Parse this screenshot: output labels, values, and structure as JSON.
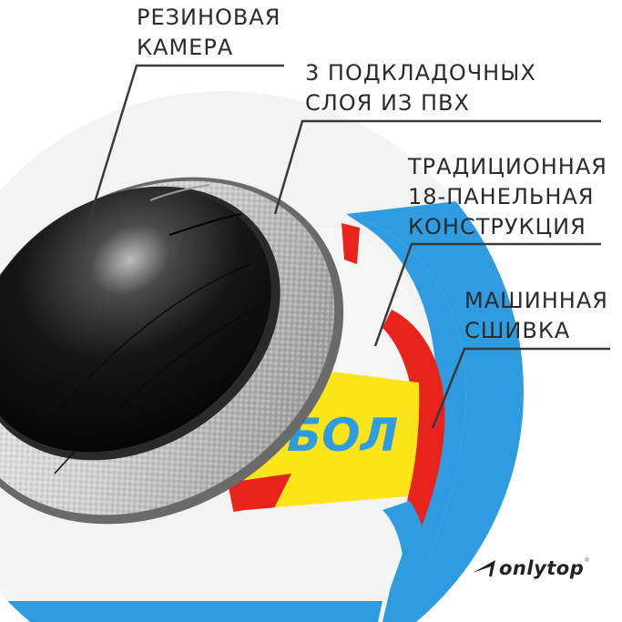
{
  "callouts": [
    {
      "id": "rubber-bladder",
      "lines": [
        "РЕЗИНОВАЯ",
        "КАМЕРА"
      ]
    },
    {
      "id": "pvc-layers",
      "lines": [
        "3 ПОДКЛАДОЧНЫХ",
        "СЛОЯ ИЗ ПВХ"
      ]
    },
    {
      "id": "panel-construction",
      "lines": [
        "ТРАДИЦИОННАЯ",
        "18-ПАНЕЛЬНАЯ",
        "КОНСТРУКЦИЯ"
      ]
    },
    {
      "id": "machine-stitching",
      "lines": [
        "МАШИННАЯ",
        "СШИВКА"
      ]
    }
  ],
  "ball": {
    "print_text": "БОЛ",
    "colors": {
      "bladder": "#111111",
      "lining": "#d9d9d9",
      "panel_white": "#f4f4f4",
      "blue": "#2f9be0",
      "yellow": "#fbe418",
      "red": "#e8231b"
    }
  },
  "brand": {
    "name": "onlytop",
    "registered_mark": "®"
  }
}
